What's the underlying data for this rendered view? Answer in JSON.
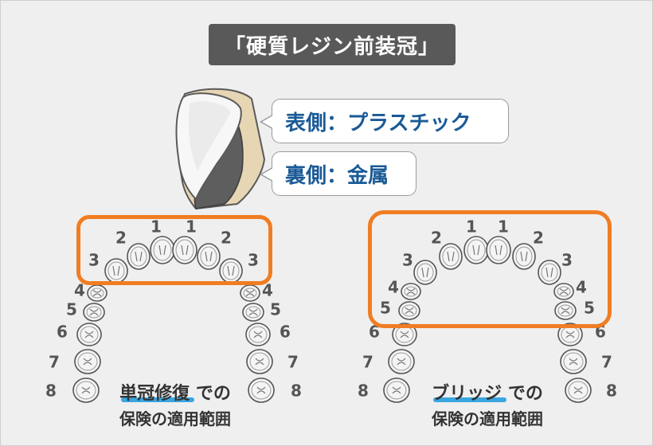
{
  "title": "「硬質レジン前装冠」",
  "callouts": {
    "front": "表側：プラスチック",
    "back": "裏側：金属"
  },
  "left_arch": {
    "caption_highlight": "単冠修復",
    "caption_rest": "での",
    "caption_line2": "保険の適用範囲",
    "highlight_range": "1-3"
  },
  "right_arch": {
    "caption_highlight": "ブリッジ",
    "caption_rest": "での",
    "caption_line2": "保険の適用範囲",
    "highlight_range": "1-5"
  },
  "tooth_numbers": [
    "1",
    "2",
    "3",
    "4",
    "5",
    "6",
    "7",
    "8"
  ],
  "colors": {
    "highlight_box": "#f07d23",
    "underline": "#3aa6e0",
    "callout_text": "#1a5a96",
    "title_bg": "#595959"
  }
}
